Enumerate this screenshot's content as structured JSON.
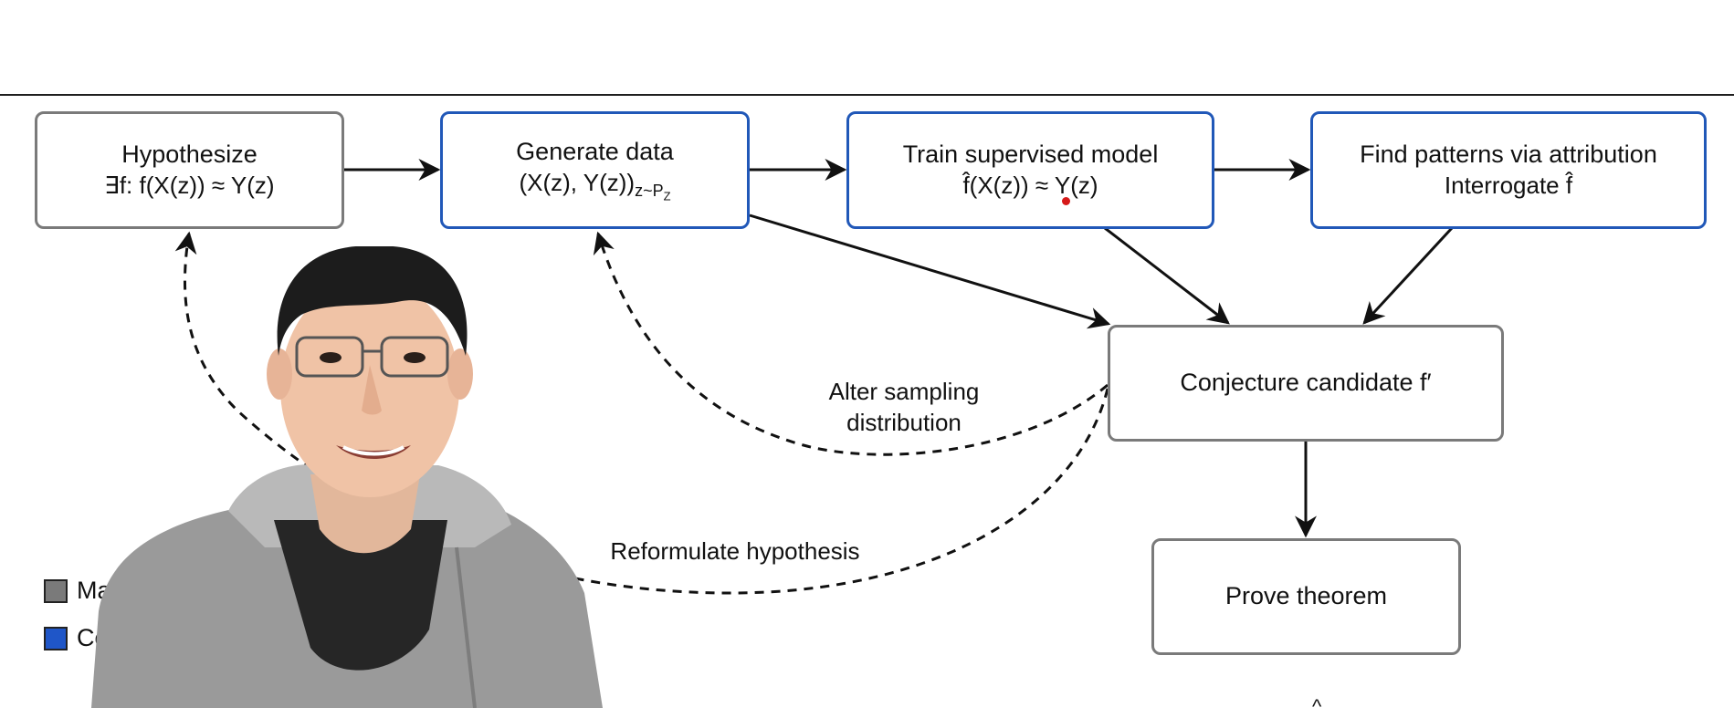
{
  "boxes": {
    "hypothesize": {
      "line1": "Hypothesize",
      "line2": "∃f: f(X(z)) ≈ Y(z)"
    },
    "generate": {
      "line1": "Generate data",
      "line2": "(X(z), Y(z))",
      "subscript": "z~P",
      "subsub": "Z"
    },
    "train": {
      "line1": "Train supervised model",
      "line2": "f̂(X(z)) ≈ Y(z)"
    },
    "patterns": {
      "line1": "Find patterns via attribution",
      "line2": "Interrogate f̂"
    },
    "conjecture": {
      "line1": "Conjecture candidate f′"
    },
    "prove": {
      "line1": "Prove theorem"
    }
  },
  "edge_labels": {
    "alter_sampling": "Alter sampling\ndistribution",
    "reformulate": "Reformulate hypothesis"
  },
  "legend": {
    "math": "Mathem",
    "comp": "Cor"
  },
  "colors": {
    "math_border": "#7a7a7a",
    "comp_border": "#2158b8",
    "comp_swatch": "#1f56c8",
    "marker_dot": "#d61a1a"
  },
  "overlay": {
    "presenter": "person-portrait"
  },
  "stray_glyph": "^"
}
